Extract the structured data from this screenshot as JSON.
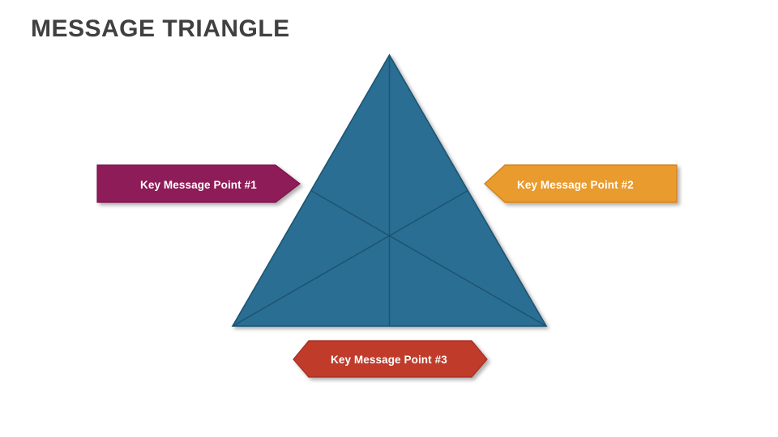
{
  "slide": {
    "title": "MESSAGE TRIANGLE",
    "background_color": "#FFFFFF",
    "title_color": "#404040"
  },
  "diagram": {
    "name": "message-triangle",
    "shape": "triangle",
    "segments": 6,
    "fill_color": "#2B6E93",
    "line_color": "#1D5472",
    "outline_color": "#1D5472"
  },
  "callouts": [
    {
      "id": "callout-1",
      "label": "Key Message Point #1",
      "shape": "right-arrow",
      "fill_color": "#8E1B58",
      "border_color": "#7A1249",
      "text_color": "#FFFFFF"
    },
    {
      "id": "callout-2",
      "label": "Key Message Point #2",
      "shape": "left-notched-pentagon",
      "fill_color": "#E99B2E",
      "border_color": "#D4821F",
      "text_color": "#FFFFFF"
    },
    {
      "id": "callout-3",
      "label": "Key Message Point #3",
      "shape": "hexagon",
      "fill_color": "#C03A2B",
      "border_color": "#A32F22",
      "text_color": "#FFFFFF"
    }
  ]
}
